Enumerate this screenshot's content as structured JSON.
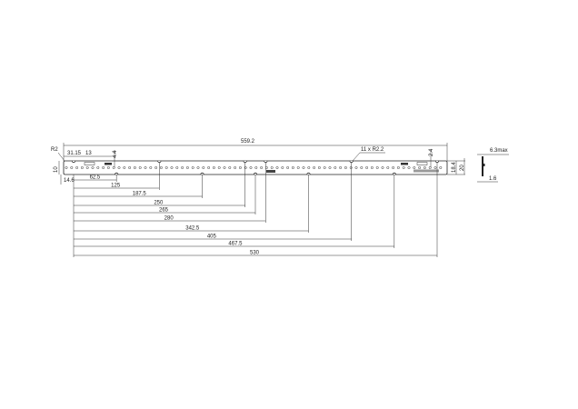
{
  "drawing": {
    "overall_length": "559.2",
    "corner_radius": "R2",
    "notch_note": "11 x R2.2",
    "top_dims": [
      "31.15",
      "13",
      "4.4",
      "2.4"
    ],
    "left_dims": [
      "10",
      "14.6"
    ],
    "right_dims": [
      "18.4",
      "20"
    ],
    "side_view": {
      "thickness_max": "6.3max",
      "board_thickness": "1.6"
    },
    "bottom_dims": [
      "62.5",
      "125",
      "187.5",
      "250",
      "265",
      "280",
      "342.5",
      "405",
      "467.5",
      "530"
    ],
    "bottom_dim_values": [
      62.5,
      125,
      187.5,
      250,
      265,
      280,
      342.5,
      405,
      467.5,
      530
    ]
  }
}
